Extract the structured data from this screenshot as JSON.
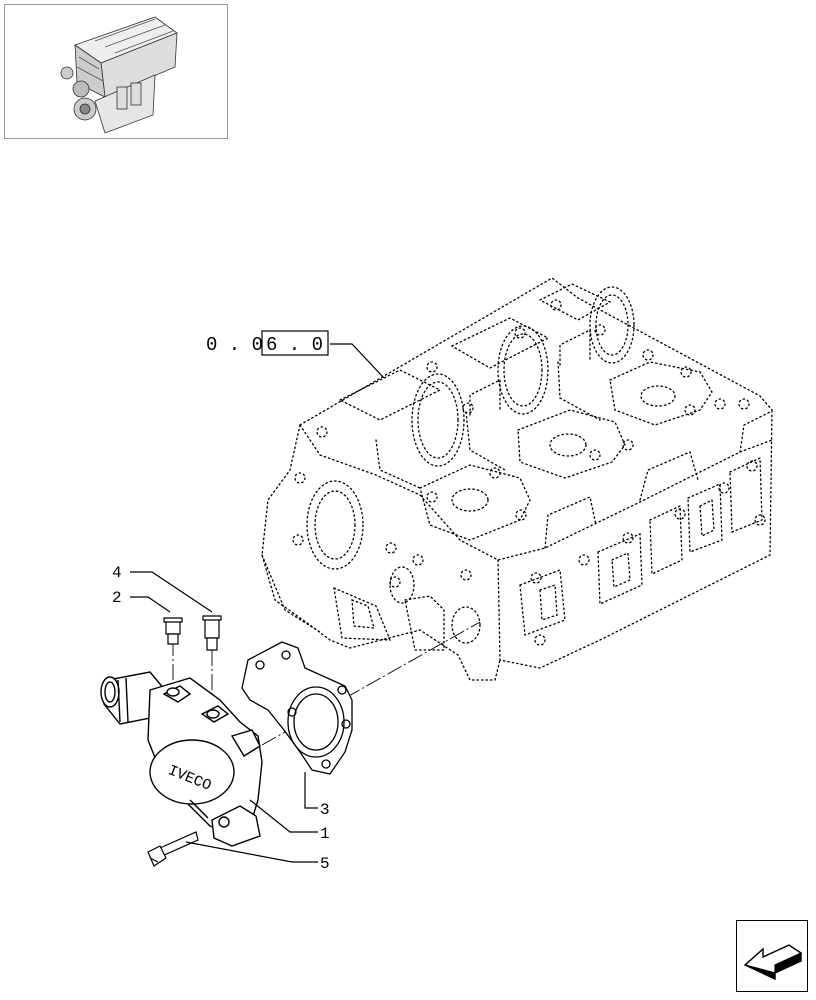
{
  "reference": {
    "prefix": "0 . 0",
    "boxed": "6 . 0"
  },
  "callouts": [
    {
      "id": "c1",
      "label": "1"
    },
    {
      "id": "c2",
      "label": "2"
    },
    {
      "id": "c3",
      "label": "3"
    },
    {
      "id": "c4",
      "label": "4"
    },
    {
      "id": "c5",
      "label": "5"
    }
  ],
  "part_marking": "IVECO",
  "icons": {
    "thumbnail": "engine-thumbnail-icon",
    "navigation": "next-page-arrow-icon"
  }
}
